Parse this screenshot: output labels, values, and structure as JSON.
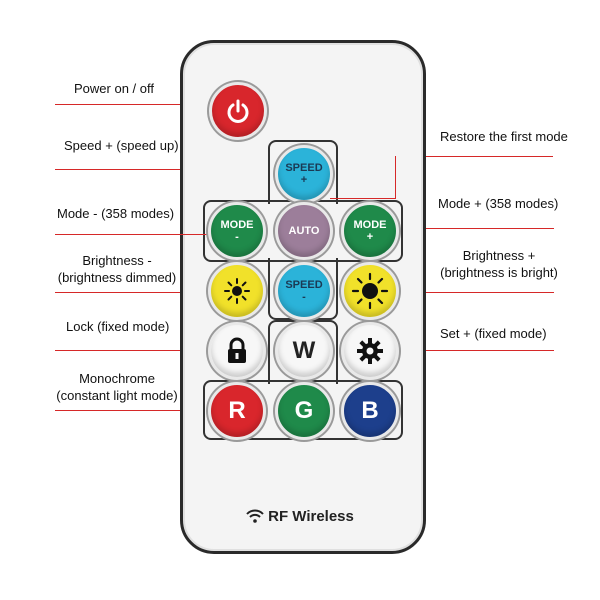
{
  "labels": {
    "power": "Power on / off",
    "speed_up": "Speed + (speed up)",
    "restore": "Restore the first mode",
    "mode_minus": "Mode - (358 modes)",
    "mode_plus": "Mode + (358 modes)",
    "brightness_minus_1": "Brightness -",
    "brightness_minus_2": "(brightness dimmed)",
    "brightness_plus_1": "Brightness +",
    "brightness_plus_2": "(brightness is bright)",
    "lock": "Lock (fixed mode)",
    "set": "Set + (fixed mode)",
    "mono_1": "Monochrome",
    "mono_2": "(constant light mode)"
  },
  "buttons": {
    "speed_up_1": "SPEED",
    "speed_up_2": "+",
    "mode_minus_1": "MODE",
    "mode_minus_2": "-",
    "auto": "AUTO",
    "mode_plus_1": "MODE",
    "mode_plus_2": "+",
    "speed_down_1": "SPEED",
    "speed_down_2": "-",
    "white": "W",
    "red": "R",
    "green": "G",
    "blue": "B"
  },
  "brand": "RF Wireless",
  "colors": {
    "leader_line": "#d62828",
    "power": "#d8262c",
    "speed": "#2bb3d9",
    "mode": "#1f8a4a",
    "auto": "#9c7e9a",
    "brightness": "#f1e12a",
    "red": "#d9262c",
    "green": "#1f8a4a",
    "blue": "#1d3f8c"
  },
  "icons": [
    "power-icon",
    "sun-small-icon",
    "sun-large-icon",
    "lock-icon",
    "gear-icon",
    "wifi-icon"
  ]
}
